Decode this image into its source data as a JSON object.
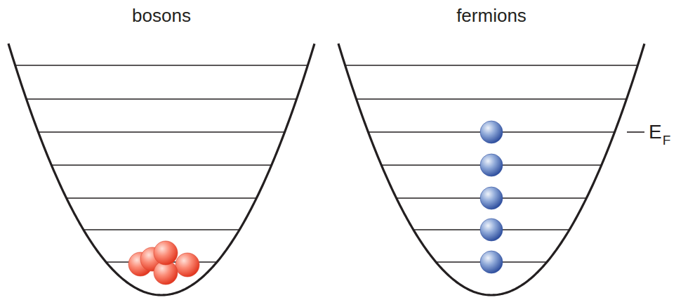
{
  "diagram": {
    "labels": [
      "bosons",
      "fermions",
      "E",
      "F"
    ]
  }
}
